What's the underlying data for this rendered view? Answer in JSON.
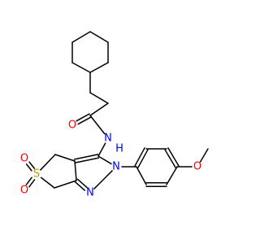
{
  "colors": {
    "background": "#ffffff",
    "carbon": "#000000",
    "oxygen": "#ff0000",
    "nitrogen": "#0000ff",
    "sulfur": "#b8a000"
  },
  "atoms": [
    {
      "id": "c1",
      "label": ""
    },
    {
      "id": "c2",
      "label": ""
    },
    {
      "id": "c3",
      "label": ""
    },
    {
      "id": "c4",
      "label": ""
    },
    {
      "id": "c5",
      "label": ""
    },
    {
      "id": "c6",
      "label": ""
    },
    {
      "id": "ch2a",
      "label": ""
    },
    {
      "id": "ch2b",
      "label": ""
    },
    {
      "id": "carbonyl_c",
      "label": ""
    },
    {
      "id": "carbonyl_o",
      "label": "O",
      "element": "oxygen"
    },
    {
      "id": "amide_n",
      "label": "N",
      "element": "nitrogen"
    },
    {
      "id": "amide_h",
      "label": "H",
      "element": "nitrogen"
    },
    {
      "id": "c3p",
      "label": ""
    },
    {
      "id": "n2",
      "label": "N",
      "element": "nitrogen"
    },
    {
      "id": "n1",
      "label": "N",
      "element": "nitrogen"
    },
    {
      "id": "c6a",
      "label": ""
    },
    {
      "id": "c3a",
      "label": ""
    },
    {
      "id": "ch2_top",
      "label": ""
    },
    {
      "id": "ch2_bot",
      "label": ""
    },
    {
      "id": "s",
      "label": "S",
      "element": "sulfur"
    },
    {
      "id": "so_top",
      "label": "O",
      "element": "oxygen"
    },
    {
      "id": "so_bot",
      "label": "O",
      "element": "oxygen"
    },
    {
      "id": "ar1",
      "label": ""
    },
    {
      "id": "ar2",
      "label": ""
    },
    {
      "id": "ar3",
      "label": ""
    },
    {
      "id": "ar4",
      "label": ""
    },
    {
      "id": "ar5",
      "label": ""
    },
    {
      "id": "ar6",
      "label": ""
    },
    {
      "id": "ome_o",
      "label": "O",
      "element": "oxygen"
    },
    {
      "id": "ome_c",
      "label": ""
    }
  ]
}
